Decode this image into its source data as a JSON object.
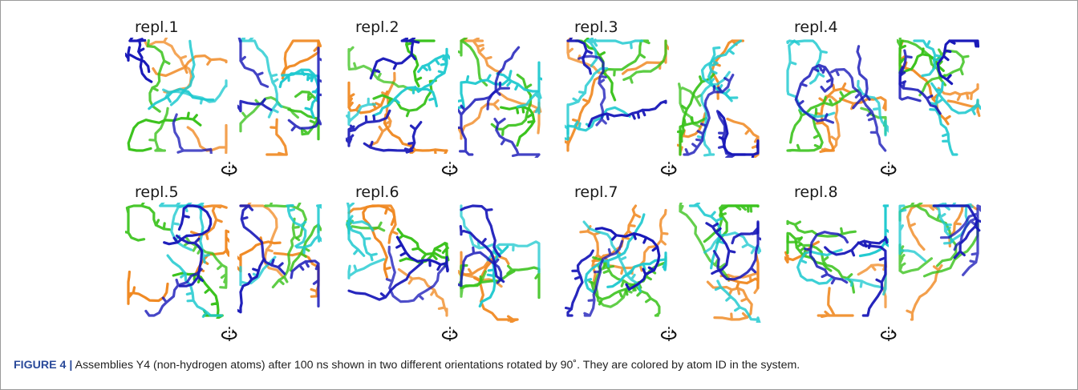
{
  "figure": {
    "panels": [
      {
        "label": "repl.1"
      },
      {
        "label": "repl.2"
      },
      {
        "label": "repl.3"
      },
      {
        "label": "repl.4"
      },
      {
        "label": "repl.5"
      },
      {
        "label": "repl.6"
      },
      {
        "label": "repl.7"
      },
      {
        "label": "repl.8"
      }
    ],
    "atom_colors": [
      "#f08a24",
      "#39c21b",
      "#1fc9cf",
      "#1717b8"
    ],
    "rotation_icon": "rotate-90-icon"
  },
  "caption": {
    "label": "FIGURE 4 |",
    "text": " Assemblies Y4 (non-hydrogen atoms) after 100 ns shown in two different orientations rotated by 90˚. They are colored by atom ID in the system."
  }
}
